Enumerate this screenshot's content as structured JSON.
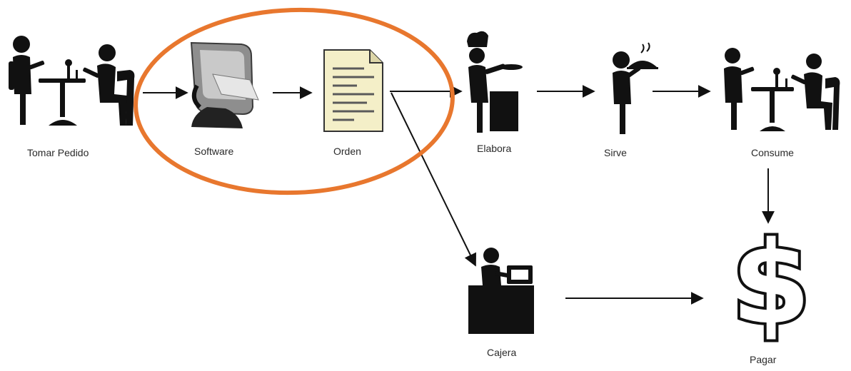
{
  "diagram": {
    "nodes": {
      "tomar_pedido": {
        "label": "Tomar Pedido",
        "icon": "waiter-table-customer-icon"
      },
      "software": {
        "label": "Software",
        "icon": "pos-terminal-icon"
      },
      "orden": {
        "label": "Orden",
        "icon": "order-document-icon"
      },
      "elabora": {
        "label": "Elabora",
        "icon": "chef-icon"
      },
      "sirve": {
        "label": "Sirve",
        "icon": "waiter-serving-icon"
      },
      "consume": {
        "label": "Consume",
        "icon": "diners-table-icon"
      },
      "cajera": {
        "label": "Cajera",
        "icon": "cashier-register-icon"
      },
      "pagar": {
        "label": "Pagar",
        "icon": "dollar-sign-icon"
      }
    },
    "edges": [
      {
        "from": "tomar_pedido",
        "to": "software"
      },
      {
        "from": "software",
        "to": "orden"
      },
      {
        "from": "orden",
        "to": "elabora"
      },
      {
        "from": "orden",
        "to": "cajera"
      },
      {
        "from": "elabora",
        "to": "sirve"
      },
      {
        "from": "sirve",
        "to": "consume"
      },
      {
        "from": "consume",
        "to": "pagar"
      },
      {
        "from": "cajera",
        "to": "pagar"
      }
    ],
    "highlight": {
      "nodes": [
        "software",
        "orden"
      ],
      "color": "#E8772E"
    }
  }
}
